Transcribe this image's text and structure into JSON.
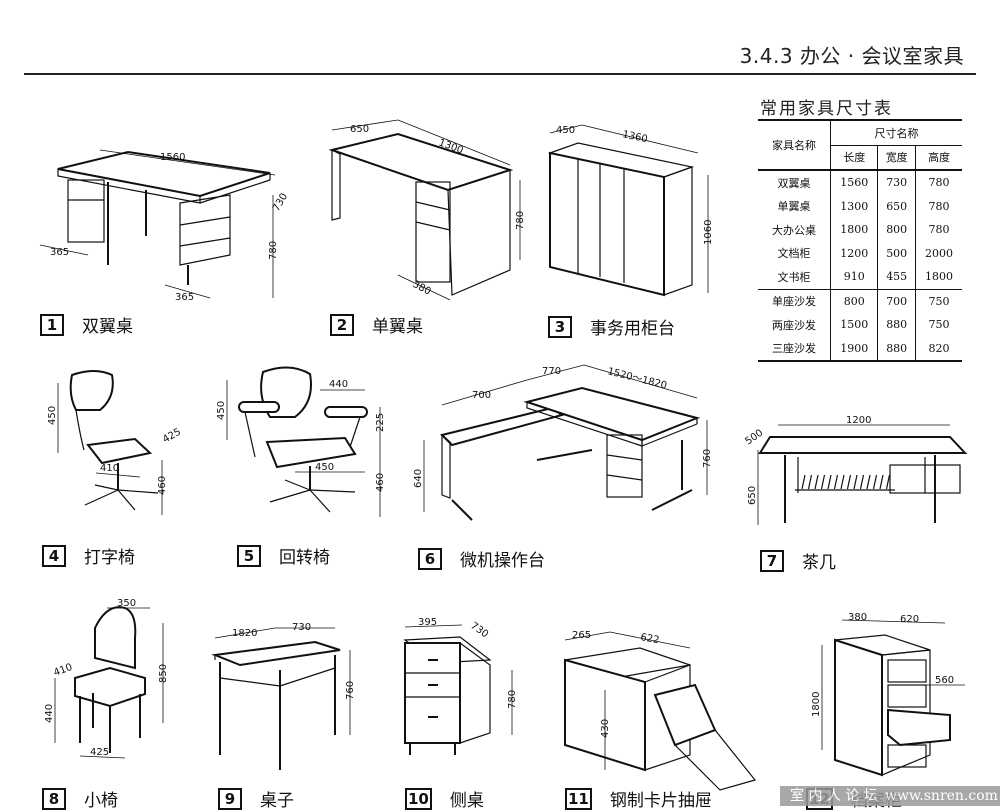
{
  "header": {
    "section_title": "3.4.3  办公 · 会议室家具"
  },
  "table": {
    "title": "常用家具尺寸表",
    "row_header": "家具名称",
    "group_header": "尺寸名称",
    "columns": [
      "长度",
      "宽度",
      "高度"
    ],
    "rows": [
      {
        "name": "双翼桌",
        "values": [
          "1560",
          "730",
          "780"
        ]
      },
      {
        "name": "单翼桌",
        "values": [
          "1300",
          "650",
          "780"
        ]
      },
      {
        "name": "大办公桌",
        "values": [
          "1800",
          "800",
          "780"
        ]
      },
      {
        "name": "文档柜",
        "values": [
          "1200",
          "500",
          "2000"
        ]
      },
      {
        "name": "文书柜",
        "values": [
          "910",
          "455",
          "1800"
        ]
      },
      {
        "name": "单座沙发",
        "values": [
          "800",
          "700",
          "750"
        ]
      },
      {
        "name": "两座沙发",
        "values": [
          "1500",
          "880",
          "750"
        ]
      },
      {
        "name": "三座沙发",
        "values": [
          "1900",
          "880",
          "820"
        ]
      }
    ]
  },
  "figures": [
    {
      "num": "1",
      "label": "双翼桌",
      "dims": [
        "1560",
        "730",
        "780",
        "365",
        "365"
      ]
    },
    {
      "num": "2",
      "label": "单翼桌",
      "dims": [
        "650",
        "1300",
        "780",
        "380"
      ]
    },
    {
      "num": "3",
      "label": "事务用柜台",
      "dims": [
        "450",
        "1360",
        "1060"
      ]
    },
    {
      "num": "4",
      "label": "打字椅",
      "dims": [
        "450",
        "425",
        "410",
        "460"
      ]
    },
    {
      "num": "5",
      "label": "回转椅",
      "dims": [
        "450",
        "440",
        "225",
        "450",
        "460"
      ]
    },
    {
      "num": "6",
      "label": "微机操作台",
      "dims": [
        "700",
        "770",
        "1520～1820",
        "640",
        "760"
      ]
    },
    {
      "num": "7",
      "label": "茶几",
      "dims": [
        "1200",
        "500",
        "650"
      ]
    },
    {
      "num": "8",
      "label": "小椅",
      "dims": [
        "350",
        "410",
        "850",
        "440",
        "425"
      ]
    },
    {
      "num": "9",
      "label": "桌子",
      "dims": [
        "1820",
        "730",
        "760"
      ]
    },
    {
      "num": "10",
      "label": "侧桌",
      "dims": [
        "395",
        "730",
        "780"
      ]
    },
    {
      "num": "11",
      "label": "钢制卡片抽屉",
      "dims": [
        "265",
        "622",
        "430"
      ]
    },
    {
      "num": "12",
      "label": "档案柜",
      "dims": [
        "380",
        "620",
        "560",
        "1800"
      ]
    }
  ],
  "watermark": {
    "left": "室 内 人 论 坛",
    "url": "www.snren.com"
  }
}
